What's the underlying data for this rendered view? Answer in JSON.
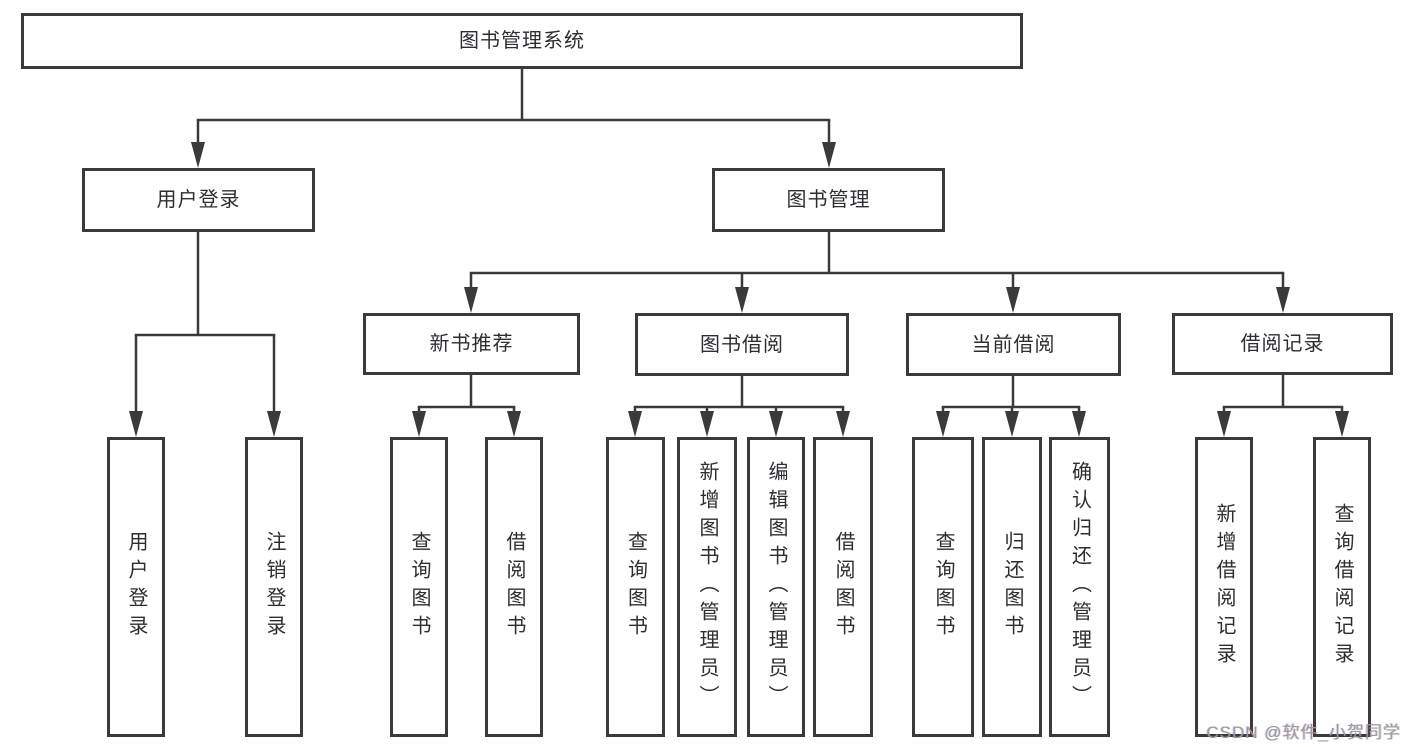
{
  "diagram_title": "图书管理系统",
  "nodes": {
    "root": "图书管理系统",
    "user_login": "用户登录",
    "book_mgmt": "图书管理",
    "new_book_rec": "新书推荐",
    "book_borrow": "图书借阅",
    "current_borrow": "当前借阅",
    "borrow_records": "借阅记录",
    "leaf_user_login": "用户登录",
    "leaf_logout": "注销登录",
    "leaf_query_book_1": "查询图书",
    "leaf_borrow_book_1": "借阅图书",
    "leaf_query_book_2": "查询图书",
    "leaf_add_book": "新增图书（管理员）",
    "leaf_edit_book": "编辑图书（管理员）",
    "leaf_borrow_book_2": "借阅图书",
    "leaf_query_book_3": "查询图书",
    "leaf_return_book": "归还图书",
    "leaf_confirm_return": "确认归还（管理员）",
    "leaf_add_record": "新增借阅记录",
    "leaf_query_record": "查询借阅记录"
  },
  "tree": {
    "label": "图书管理系统",
    "children": [
      {
        "label": "用户登录",
        "children": [
          {
            "label": "用户登录"
          },
          {
            "label": "注销登录"
          }
        ]
      },
      {
        "label": "图书管理",
        "children": [
          {
            "label": "新书推荐",
            "children": [
              {
                "label": "查询图书"
              },
              {
                "label": "借阅图书"
              }
            ]
          },
          {
            "label": "图书借阅",
            "children": [
              {
                "label": "查询图书"
              },
              {
                "label": "新增图书（管理员）"
              },
              {
                "label": "编辑图书（管理员）"
              },
              {
                "label": "借阅图书"
              }
            ]
          },
          {
            "label": "当前借阅",
            "children": [
              {
                "label": "查询图书"
              },
              {
                "label": "归还图书"
              },
              {
                "label": "确认归还（管理员）"
              }
            ]
          },
          {
            "label": "借阅记录",
            "children": [
              {
                "label": "新增借阅记录"
              },
              {
                "label": "查询借阅记录"
              }
            ]
          }
        ]
      }
    ]
  },
  "watermark": "CSDN @软件_小贺同学",
  "colors": {
    "line": "#3a3a3c",
    "text": "#2e2e32",
    "watermark": "#9b9b9b",
    "background": "#ffffff"
  }
}
